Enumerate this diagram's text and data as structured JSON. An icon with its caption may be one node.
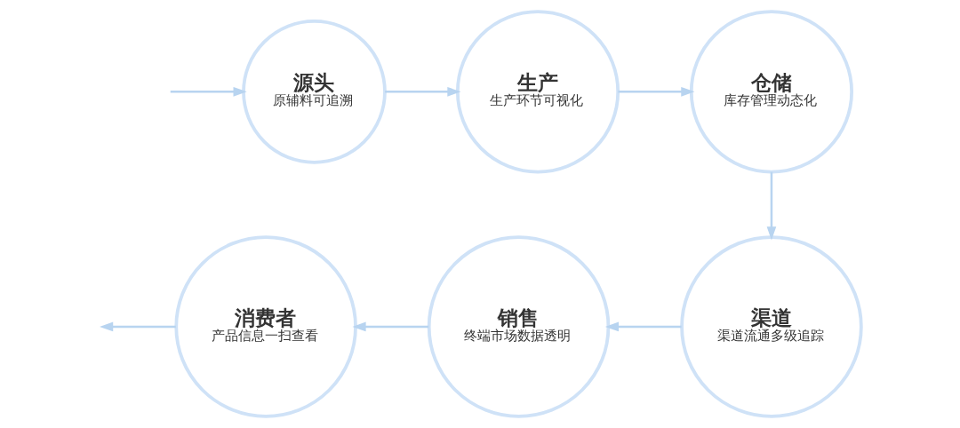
{
  "diagram": {
    "nodes": [
      {
        "text": [
          "源头",
          "原辅料可追溯"
        ]
      },
      {
        "text": [
          "生产",
          "生产环节可视化"
        ]
      },
      {
        "text": [
          "仓储",
          "库存管理动态化"
        ]
      },
      {
        "text": [
          "渠道",
          "渠道流通多级追踪"
        ]
      },
      {
        "text": [
          "销售",
          "终端市场数据透明"
        ]
      },
      {
        "text": [
          "消费者",
          "产品信息一扫查看"
        ]
      }
    ],
    "edges": [
      {
        "from": null,
        "to": 0,
        "arrow": "to"
      },
      {
        "from": 0,
        "to": 1,
        "arrow": "to"
      },
      {
        "from": 1,
        "to": 2,
        "arrow": "to"
      },
      {
        "from": 2,
        "to": 3,
        "arrow": "to"
      },
      {
        "from": 3,
        "to": 4,
        "arrow": "to"
      },
      {
        "from": 4,
        "to": 5,
        "arrow": "to"
      },
      {
        "from": 5,
        "to": null,
        "arrow": "to"
      }
    ]
  }
}
